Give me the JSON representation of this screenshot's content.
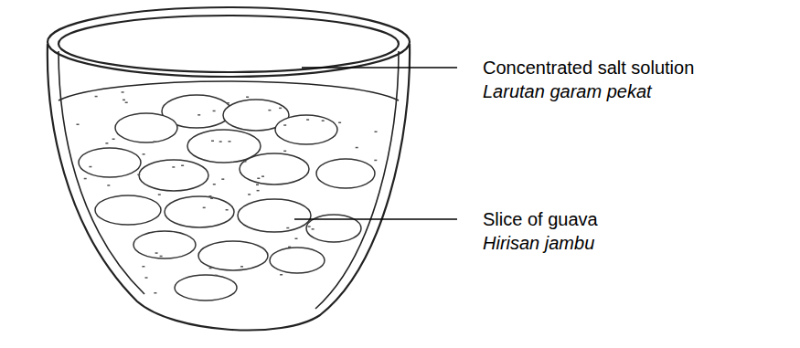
{
  "diagram": {
    "labels": [
      "Concentrated salt solution",
      "Larutan garam pekat",
      "Slice of guava",
      "Hirisan jambu"
    ]
  }
}
